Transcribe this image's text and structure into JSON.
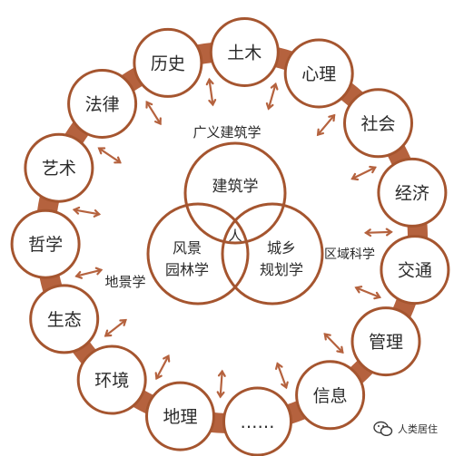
{
  "colors": {
    "ring": "#b5623e",
    "outline": "#a5552f",
    "arrow": "#b5623e",
    "text": "#2b2b2b",
    "background": "#ffffff"
  },
  "outer_ring_label": "广义建筑学",
  "center_disciplines": {
    "architecture": "建筑学",
    "landscape_line1": "风景",
    "landscape_line2": "园林学",
    "urban_line1": "城乡",
    "urban_line2": "规划学",
    "overlap_glyph": "人"
  },
  "inner_labels": {
    "regional_science": "区域科学",
    "earth_landscape": "地景学"
  },
  "disciplines": [
    "土木",
    "心理",
    "社会",
    "经济",
    "交通",
    "管理",
    "信息",
    "……",
    "地理",
    "环境",
    "生态",
    "哲学",
    "艺术",
    "法律",
    "历史"
  ],
  "watermark": {
    "icon": "wechat-icon",
    "text": "人类居住"
  }
}
